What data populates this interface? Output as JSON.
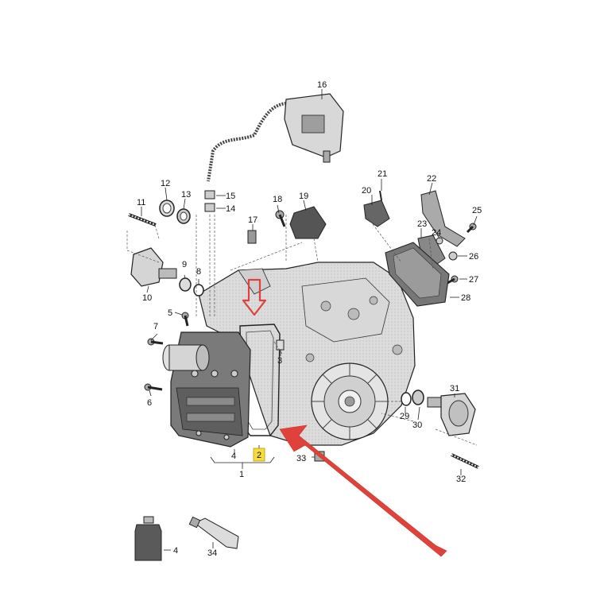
{
  "callouts": {
    "c1": "1",
    "c2": "2",
    "c3": "3",
    "c4a": "4",
    "c4b": "4",
    "c5": "5",
    "c6": "6",
    "c7": "7",
    "c8": "8",
    "c9": "9",
    "c10": "10",
    "c11": "11",
    "c12": "12",
    "c13": "13",
    "c14": "14",
    "c15": "15",
    "c16": "16",
    "c17": "17",
    "c18": "18",
    "c19": "19",
    "c20": "20",
    "c21": "21",
    "c22": "22",
    "c23": "23",
    "c24": "24",
    "c25": "25",
    "c26": "26",
    "c27": "27",
    "c28": "28",
    "c29": "29",
    "c30": "30",
    "c31": "31",
    "c32": "32",
    "c33": "33",
    "c34": "34"
  },
  "colors": {
    "highlight_box": "#f6dc3c",
    "annotation_red": "#e0413a",
    "part_grey": "#d6d6d6",
    "part_dark": "#6f6f6f",
    "line": "#222222"
  },
  "icons": {
    "highlight_arrow": "down-arrow-outline-icon",
    "pointer_arrow": "large-red-arrow-icon"
  }
}
